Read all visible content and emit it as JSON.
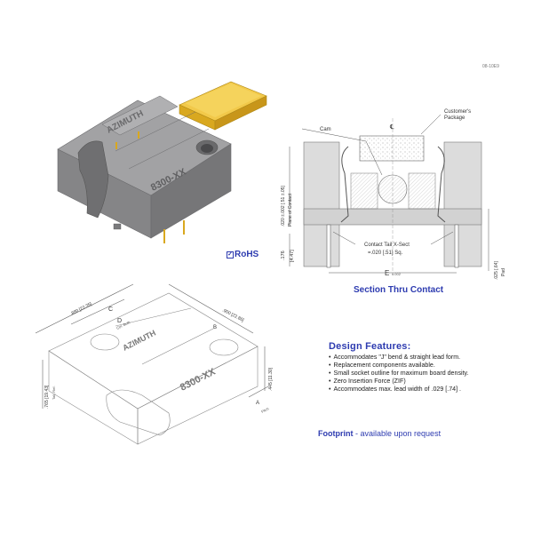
{
  "document": {
    "doc_number": "08-10E9",
    "rohs_label": "RoHS",
    "rohs_check": "✓"
  },
  "section_view": {
    "title": "Section Thru Contact",
    "labels": {
      "cam": "Cam",
      "centerline": "℄",
      "customers_package_line1": "Customer's",
      "customers_package_line2": "Package",
      "plane_of_contact_dim": ".020 ±.002 [.51 ±.05]",
      "plane_of_contact_label": "Plane of Contact",
      "tail_dim": ".176",
      "tail_dim_mm": "[4.47]",
      "contact_tail_line1": "Contact Tail X-Sect",
      "contact_tail_line2": "=.020 [.51] Sq.",
      "e_dim": "E",
      "e_tol": "±.002",
      "pad_dim": ".025 [.64]",
      "pad_label": "Pad"
    }
  },
  "product_render": {
    "socket_brand": "AZIMUTH",
    "socket_part": "8300-XX",
    "package_color": "#e8b92a",
    "socket_color": "#8c8c8e"
  },
  "outline_drawing": {
    "socket_brand": "AZIMUTH",
    "socket_part": "8300-XX",
    "dims": {
      "overall_length": ".880 [22.35]",
      "c": "C",
      "d": "D",
      "d_sub": "Ctrl. Both",
      "overall_width": ".900 [22.86]",
      "b": "B",
      "height_left": ".765 [19.43]",
      "height_left_sub": "Tall, Ref.",
      "height_right": ".445 [11.30]",
      "a": "A",
      "a_sub": "Pitch"
    }
  },
  "design_features": {
    "heading": "Design  Features:",
    "items": [
      "Accommodates \"J\" bend & straight  lead form.",
      "Replacement components available.",
      "Small socket outline for maximum board density.",
      "Zero Insertion Force (ZIF)",
      "Accommodates max. lead width of .029 [.74]  ."
    ]
  },
  "footprint": {
    "label": "Footprint",
    "note": " - available upon request"
  },
  "colors": {
    "accent_blue": "#2d3bb0",
    "line_gray": "#666666",
    "fill_gray": "#d9d9d9"
  }
}
